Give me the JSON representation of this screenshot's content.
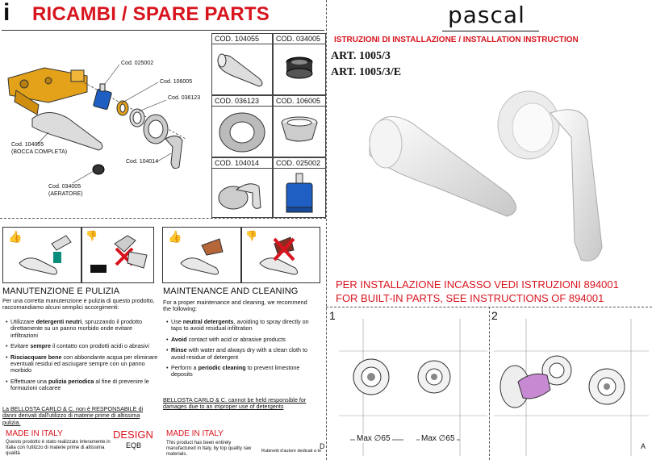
{
  "header_left": {
    "info_icon": "i",
    "title": "RICAMBI / SPARE PARTS"
  },
  "header_right": {
    "brand": "pascal",
    "instruction_title": "ISTRUZIONI DI INSTALLAZIONE / INSTALLATION INSTRUCTION",
    "art1": "ART. 1005/3",
    "art2": "ART. 1005/3/E"
  },
  "exploded_labels": [
    "Cod. 025002",
    "Cod. 106005",
    "Cod. 036123",
    "Cod. 104014",
    "Cod. 104055",
    "(BOCCA COMPLETA)",
    "Cod. 034005",
    "(AERATORE)"
  ],
  "parts": [
    {
      "code": "COD. 104055"
    },
    {
      "code": "COD. 034005"
    },
    {
      "code": "COD. 036123"
    },
    {
      "code": "COD. 106005"
    },
    {
      "code": "COD. 104014"
    },
    {
      "code": "COD. 025002"
    }
  ],
  "maintenance_it": {
    "title": "MANUTENZIONE E PULIZIA",
    "intro": "Per una corretta manutenzione e pulizia di questo prodotto, raccomandiamo alcuni semplici accorgimenti:",
    "items": [
      {
        "pre": "Utilizzare ",
        "bold": "detergenti neutri",
        "post": ", spruzzando il prodotto direttamente su un panno morbido onde evitare infiltrazioni"
      },
      {
        "pre": "Evitare ",
        "bold": "sempre",
        "post": " il contatto con prodotti acidi o abrasivi"
      },
      {
        "pre": "",
        "bold": "Risciacquare bene",
        "post": " con abbondante acqua per eliminare eventuali residui ed asciugare sempre con un panno morbido"
      },
      {
        "pre": "Effettuare una ",
        "bold": "pulizia periodica",
        "post": " al fine di prevenire le formazioni calcaree"
      }
    ],
    "disclaimer": "La BELLOSTA CARLO & C. non è RESPONSABILE di danni derivati dall'utilizzo di materie prime di altissima pulizia.",
    "made_in": "MADE IN ITALY",
    "made_text": "Questo prodotto è stato realizzato interamente in Italia con l'utilizzo di materie prime di altissima qualità"
  },
  "maintenance_en": {
    "title": "MAINTENANCE AND CLEANING",
    "intro": "For a proper maintenance and cleaning, we recommend the following:",
    "items": [
      {
        "pre": "Use ",
        "bold": "neutral detergents",
        "post": ", avoiding to spray directly on taps to avoid residual infiltration"
      },
      {
        "pre": "",
        "bold": "Avoid",
        "post": " contact with acid or abrasive products"
      },
      {
        "pre": "",
        "bold": "Rinse",
        "post": " with water and always dry with a clean cloth to avoid residue of detergent"
      },
      {
        "pre": "Perform a ",
        "bold": "periodic cleaning",
        "post": " to prevent limestone deposits"
      }
    ],
    "disclaimer": "BELLOSTA CARLO & C. cannot be held responsible for damages due to an improper use of detergents",
    "made_in": "MADE IN ITALY",
    "made_text": "This product has been entirely manufactured in Italy, by top quality raw materials."
  },
  "design": {
    "word": "DESIGN",
    "code": "EQB"
  },
  "copyright": "Rubinetti d'autore dedicati a te",
  "corner_d": "D",
  "corner_a": "A",
  "notice_line1": "PER INSTALLAZIONE INCASSO VEDI ISTRUZIONI 894001",
  "notice_line2": "FOR BUILT-IN PARTS, SEE INSTRUCTIONS OF 894001",
  "step1": {
    "number": "1",
    "dim_left": "Max ∅65",
    "dim_right": "Max ∅65"
  },
  "step2": {
    "number": "2"
  },
  "colors": {
    "red": "#d8141e",
    "gold": "#e3a21a",
    "blue": "#1f5fc4"
  }
}
